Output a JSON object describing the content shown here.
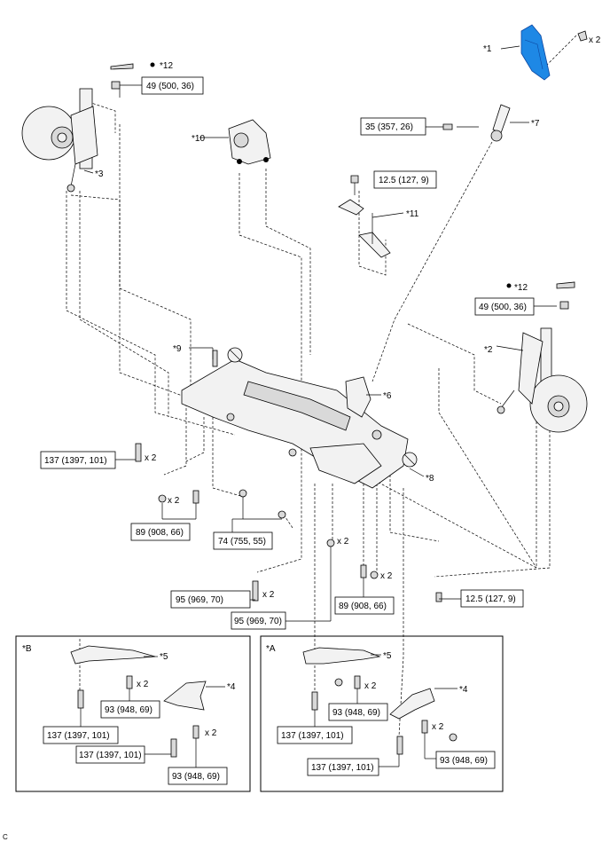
{
  "callouts": {
    "c1": "*1",
    "c2": "*2",
    "c3": "*3",
    "c5a": "*5",
    "c5b": "*5",
    "c4a": "*4",
    "c4b": "*4",
    "c6": "*6",
    "c7": "*7",
    "c8": "*8",
    "c9": "*9",
    "c10": "*10",
    "c11": "*11",
    "c12a": "*12",
    "c12b": "*12"
  },
  "multipliers": {
    "m1": "x 2",
    "m2": "x 2",
    "m3": "x 2",
    "m4": "x 2",
    "m5": "x 2",
    "m6": "x 2",
    "m7": "x 2",
    "m8": "x 2",
    "m9": "x 2",
    "m10": "x 2"
  },
  "torques": {
    "t49a": "49 (500, 36)",
    "t35": "35 (357, 26)",
    "t125a": "12.5 (127, 9)",
    "t49b": "49 (500, 36)",
    "t137a": "137 (1397, 101)",
    "t89a": "89 (908, 66)",
    "t74": "74 (755, 55)",
    "t95a": "95 (969, 70)",
    "t95b": "95 (969, 70)",
    "t89b": "89 (908, 66)",
    "t125b": "12.5 (127, 9)",
    "tB137a": "137 (1397, 101)",
    "tB93a": "93 (948, 69)",
    "tB137b": "137 (1397, 101)",
    "tB93b": "93 (948, 69)",
    "tA93a": "93 (948, 69)",
    "tA137a": "137 (1397, 101)",
    "tA137b": "137 (1397, 101)",
    "tA93b": "93 (948, 69)"
  },
  "subpanels": {
    "b": "*B",
    "a": "*A"
  },
  "corner_code": "C",
  "colors": {
    "highlight_part": "#1e88e5",
    "line": "#000000"
  }
}
